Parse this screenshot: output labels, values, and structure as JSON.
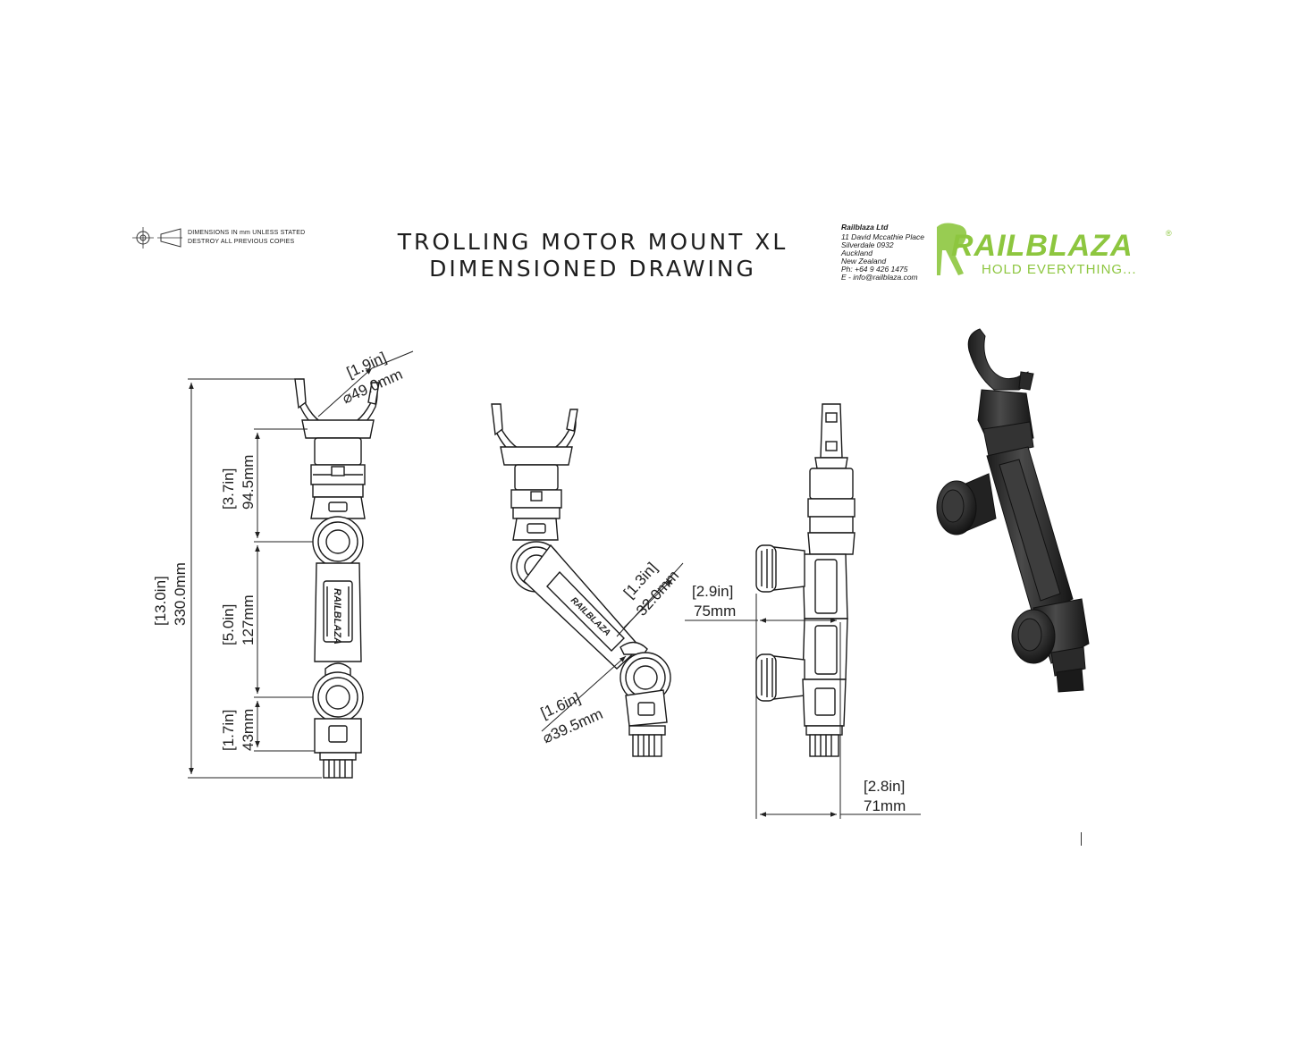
{
  "sheet": {
    "title_line1": "TROLLING MOTOR MOUNT XL",
    "title_line2": "DIMENSIONED DRAWING",
    "notes": [
      "DIMENSIONS IN mm UNLESS STATED",
      "DESTROY ALL PREVIOUS COPIES"
    ],
    "projection_symbol": "third-angle-projection-icon"
  },
  "company": {
    "name": "Railblaza Ltd",
    "address_lines": [
      "11 David Mccathie Place",
      "Silverdale 0932",
      "Auckland",
      "New Zealand",
      "Ph: +64 9 426 1475",
      "E - info@railblaza.com"
    ]
  },
  "logo": {
    "wordmark": "RAILBLAZA",
    "tagline": "HOLD EVERYTHING...",
    "registered": "®",
    "color": "#8dc63f"
  },
  "front_view": {
    "arm_label": "RAILBLAZA",
    "dims": {
      "clamp_in": "[1.9in]",
      "clamp_mm": "⌀49.0mm",
      "total_in": "[13.0in]",
      "total_mm": "330.0mm",
      "upper_in": "[3.7in]",
      "upper_mm": "94.5mm",
      "middle_in": "[5.0in]",
      "middle_mm": "127mm",
      "lower_in": "[1.7in]",
      "lower_mm": "43mm"
    }
  },
  "angled_view": {
    "arm_label": "RAILBLAZA",
    "dims": {
      "arm_in": "[1.3in]",
      "arm_mm": "32.0mm",
      "ball_in": "[1.6in]",
      "ball_mm": "⌀39.5mm"
    }
  },
  "side_view": {
    "dims": {
      "knob_in": "[2.9in]",
      "knob_mm": "75mm",
      "depth_in": "[2.8in]",
      "depth_mm": "71mm"
    }
  },
  "iso_view": {
    "icon": "3d-render-icon"
  }
}
